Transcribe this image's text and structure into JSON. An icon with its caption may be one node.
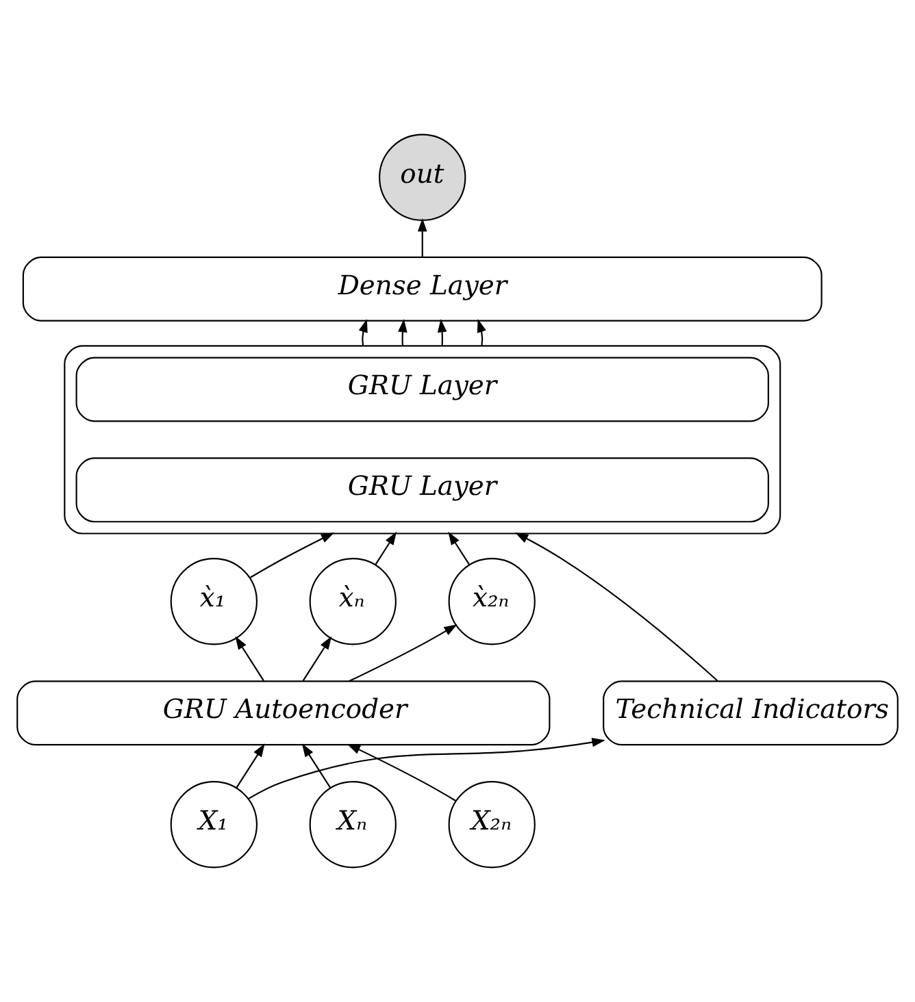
{
  "diagram": {
    "nodes": [
      {
        "text": [
          "out"
        ]
      },
      {
        "text": [
          "Dense Layer"
        ]
      },
      {
        "text": [],
        "shape": "box"
      },
      {
        "text": [
          "GRU Layer"
        ],
        "in": 2
      },
      {
        "text": [
          "GRU Layer"
        ],
        "in": 2
      },
      {
        "text": [
          "x̀₁"
        ]
      },
      {
        "text": [
          "x̀ₙ"
        ]
      },
      {
        "text": [
          "x̀₂ₙ"
        ]
      },
      {
        "text": [
          "GRU Autoencoder"
        ]
      },
      {
        "text": [
          "Technical Indicators"
        ]
      },
      {
        "text": [
          "X₁"
        ]
      },
      {
        "text": [
          "Xₙ"
        ]
      },
      {
        "text": [
          "X₂ₙ"
        ]
      }
    ],
    "edges": [
      {
        "from": 1,
        "to": 0,
        "arrow": "to"
      },
      {
        "from": 2,
        "to": 1,
        "arrow": "to"
      },
      {
        "from": 2,
        "to": 1,
        "arrow": "to"
      },
      {
        "from": 2,
        "to": 1,
        "arrow": "to"
      },
      {
        "from": 2,
        "to": 1,
        "arrow": "to"
      },
      {
        "from": 5,
        "to": 2,
        "arrow": "to"
      },
      {
        "from": 6,
        "to": 2,
        "arrow": "to"
      },
      {
        "from": 7,
        "to": 2,
        "arrow": "to"
      },
      {
        "from": 9,
        "to": 2,
        "arrow": "to"
      },
      {
        "from": 8,
        "to": 5,
        "arrow": "to"
      },
      {
        "from": 8,
        "to": 6,
        "arrow": "to"
      },
      {
        "from": 8,
        "to": 7,
        "arrow": "to"
      },
      {
        "from": 10,
        "to": 8,
        "arrow": "to"
      },
      {
        "from": 11,
        "to": 8,
        "arrow": "to"
      },
      {
        "from": 12,
        "to": 8,
        "arrow": "to"
      },
      {
        "from": 10,
        "to": 9,
        "arrow": "to"
      }
    ]
  }
}
